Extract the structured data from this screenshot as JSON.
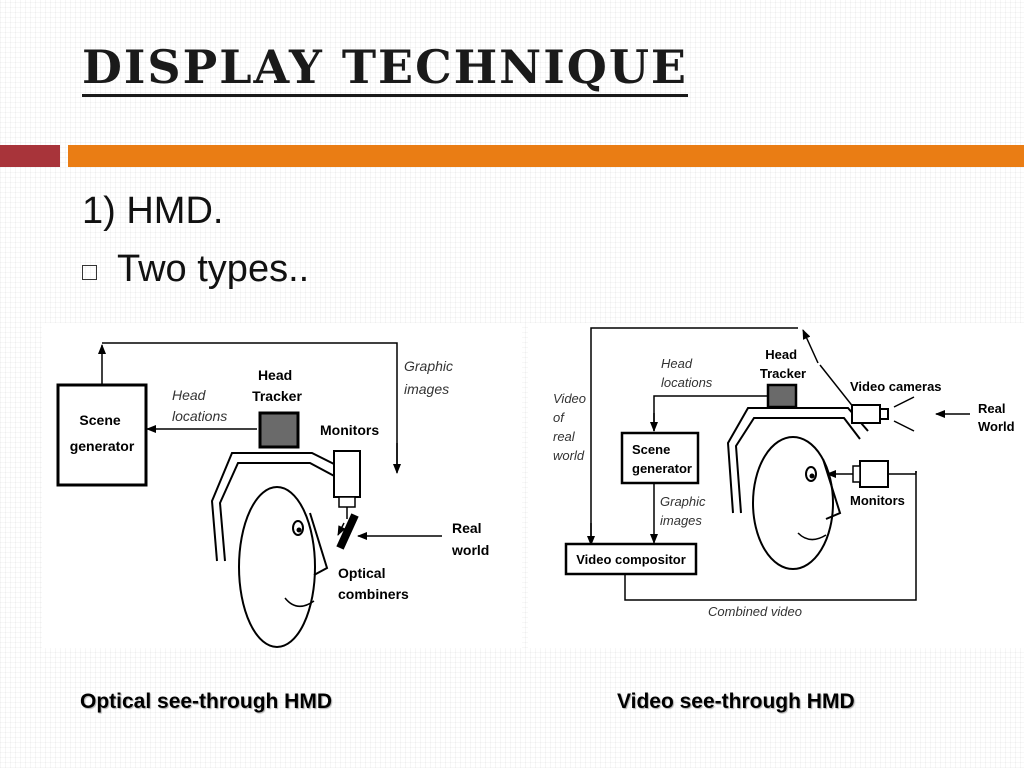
{
  "slide": {
    "title": "Display Technique",
    "line1": "1) HMD.",
    "bullet": "Two types.."
  },
  "colors": {
    "accent_orange": "#ea7d14",
    "accent_red": "#a8343a"
  },
  "optical_diagram": {
    "scene_generator": [
      "Scene",
      "generator"
    ],
    "head_locations": [
      "Head",
      "locations"
    ],
    "head_tracker": [
      "Head",
      "Tracker"
    ],
    "graphic_images": [
      "Graphic",
      "images"
    ],
    "monitors": "Monitors",
    "real_world": [
      "Real",
      "world"
    ],
    "optical_combiners": [
      "Optical",
      "combiners"
    ]
  },
  "video_diagram": {
    "head_locations": [
      "Head",
      "locations"
    ],
    "head_tracker": [
      "Head",
      "Tracker"
    ],
    "video_cameras": "Video cameras",
    "real_world": [
      "Real",
      "World"
    ],
    "video_of_real_world": [
      "Video",
      "of",
      "real",
      "world"
    ],
    "scene_generator": [
      "Scene",
      "generator"
    ],
    "graphic_images": [
      "Graphic",
      "images"
    ],
    "monitors": "Monitors",
    "video_compositor": "Video compositor",
    "combined_video": "Combined video"
  },
  "captions": {
    "left": "Optical see-through HMD",
    "right": "Video see-through HMD"
  }
}
